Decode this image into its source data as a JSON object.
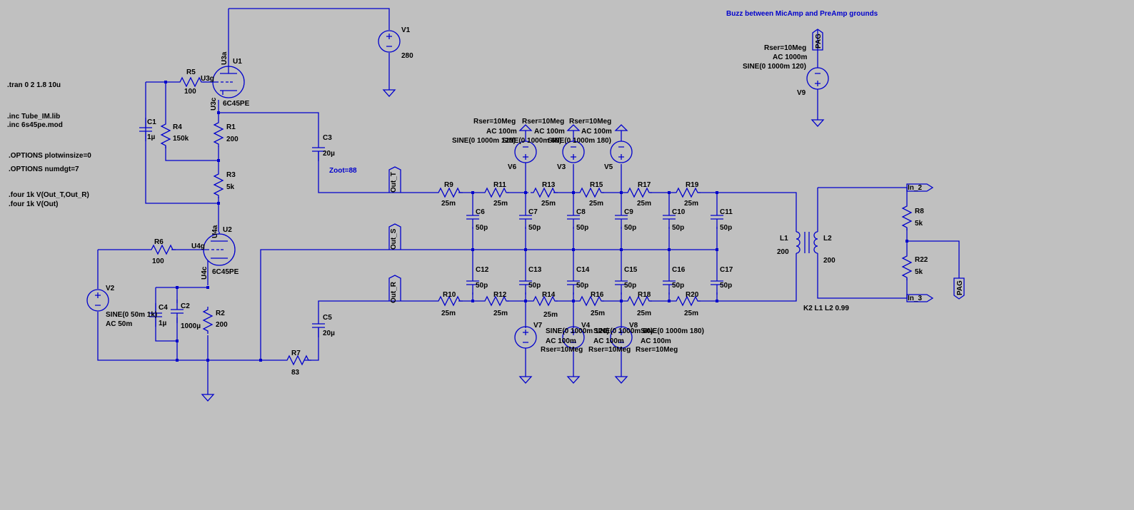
{
  "title_note": "Buzz between MicAmp and PreAmp grounds",
  "directives": {
    "tran": ".tran 0 2 1.8 10u",
    "inc1": ".inc Tube_IM.lib",
    "inc2": ".inc 6s45pe.mod",
    "opt1": ".OPTIONS plotwinsize=0",
    "opt2": ".OPTIONS numdgt=7",
    "four1": ".four 1k V(Out_T,Out_R)",
    "four2": ".four 1k V(Out)",
    "zoot": "Zoot=88",
    "k2": "K2 L1 L2 0.99"
  },
  "tubes": {
    "u1": {
      "ref": "U1",
      "model": "6C45PE",
      "a": "U3a",
      "g": "U3g",
      "c": "U3c"
    },
    "u2": {
      "ref": "U2",
      "model": "6C45PE",
      "a": "U4a",
      "g": "U4g",
      "c": "U4c"
    }
  },
  "labels": {
    "out_t": "Out_T",
    "out_s": "Out_S",
    "out_r": "Out_R",
    "in2": "In_2",
    "in3": "In_3",
    "pag": "PAG"
  },
  "resistors": [
    {
      "ref": "R5",
      "val": "100"
    },
    {
      "ref": "R4",
      "val": "150k"
    },
    {
      "ref": "R1",
      "val": "200"
    },
    {
      "ref": "R3",
      "val": "5k"
    },
    {
      "ref": "R6",
      "val": "100"
    },
    {
      "ref": "R2",
      "val": "200"
    },
    {
      "ref": "R7",
      "val": "83"
    },
    {
      "ref": "R9",
      "val": "25m"
    },
    {
      "ref": "R11",
      "val": "25m"
    },
    {
      "ref": "R13",
      "val": "25m"
    },
    {
      "ref": "R15",
      "val": "25m"
    },
    {
      "ref": "R17",
      "val": "25m"
    },
    {
      "ref": "R19",
      "val": "25m"
    },
    {
      "ref": "R10",
      "val": "25m"
    },
    {
      "ref": "R12",
      "val": "25m"
    },
    {
      "ref": "R14",
      "val": "25m"
    },
    {
      "ref": "R16",
      "val": "25m"
    },
    {
      "ref": "R18",
      "val": "25m"
    },
    {
      "ref": "R20",
      "val": "25m"
    },
    {
      "ref": "R8",
      "val": "5k"
    },
    {
      "ref": "R22",
      "val": "5k"
    }
  ],
  "capacitors": [
    {
      "ref": "C1",
      "val": "1µ"
    },
    {
      "ref": "C3",
      "val": "20µ"
    },
    {
      "ref": "C4",
      "val": "1µ"
    },
    {
      "ref": "C2",
      "val": "1000µ"
    },
    {
      "ref": "C5",
      "val": "20µ"
    },
    {
      "ref": "C6",
      "val": "50p"
    },
    {
      "ref": "C7",
      "val": "50p"
    },
    {
      "ref": "C8",
      "val": "50p"
    },
    {
      "ref": "C9",
      "val": "50p"
    },
    {
      "ref": "C10",
      "val": "50p"
    },
    {
      "ref": "C11",
      "val": "50p"
    },
    {
      "ref": "C12",
      "val": "50p"
    },
    {
      "ref": "C13",
      "val": "50p"
    },
    {
      "ref": "C14",
      "val": "50p"
    },
    {
      "ref": "C15",
      "val": "50p"
    },
    {
      "ref": "C16",
      "val": "50p"
    },
    {
      "ref": "C17",
      "val": "50p"
    }
  ],
  "inductors": [
    {
      "ref": "L1",
      "val": "200"
    },
    {
      "ref": "L2",
      "val": "200"
    }
  ],
  "sources": {
    "v1": {
      "ref": "V1",
      "val": "280"
    },
    "v2": {
      "ref": "V2",
      "sine": "SINE(0 50m 1k)",
      "ac": "AC 50m"
    },
    "v9": {
      "ref": "V9",
      "rser": "Rser=10Meg",
      "ac": "AC 1000m",
      "sine": "SINE(0 1000m 120)"
    },
    "v6": {
      "ref": "V6",
      "rser": "Rser=10Meg",
      "ac": "AC 100m",
      "sine": "SINE(0 1000m 120)"
    },
    "v3": {
      "ref": "V3",
      "rser": "Rser=10Meg",
      "ac": "AC 100m",
      "sine": "SINE(0 1000m 60)"
    },
    "v5": {
      "ref": "V5",
      "rser": "Rser=10Meg",
      "ac": "AC 100m",
      "sine": "SINE(0 1000m 180)"
    },
    "v7": {
      "ref": "V7",
      "rser": "Rser=10Meg",
      "ac": "AC 100m",
      "sine": "SINE(0 1000m 120)"
    },
    "v4": {
      "ref": "V4",
      "rser": "Rser=10Meg",
      "ac": "AC 100m",
      "sine": "SINE(0 1000m 60)"
    },
    "v8": {
      "ref": "V8",
      "rser": "Rser=10Meg",
      "ac": "AC 100m",
      "sine": "SINE(0 1000m 180)"
    }
  }
}
